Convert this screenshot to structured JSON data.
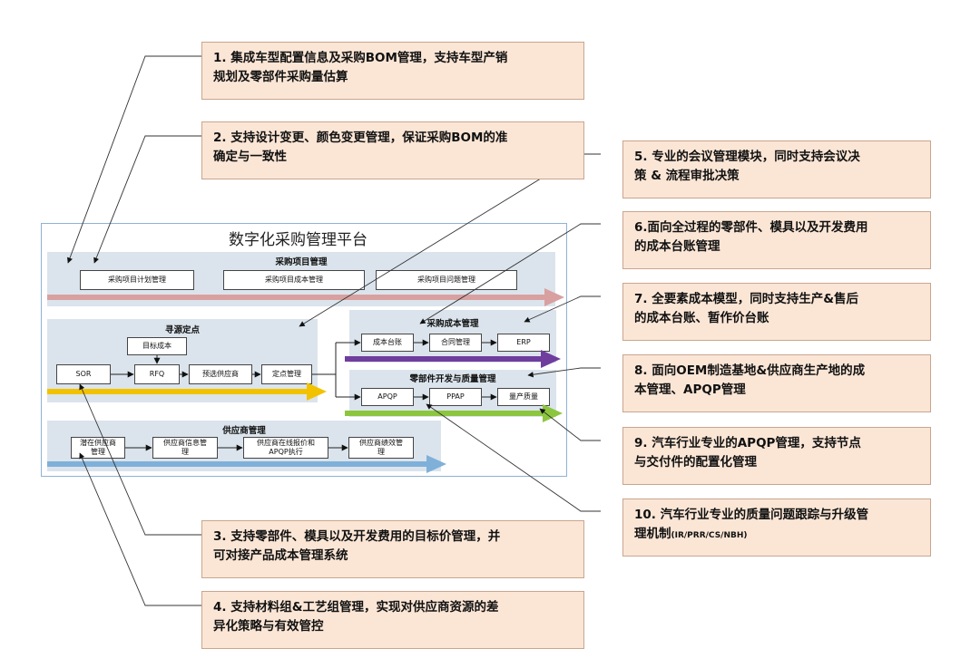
{
  "platform": {
    "title": "数字化采购管理平台",
    "panels": {
      "project": {
        "title": "采购项目管理",
        "boxes": [
          "采购项目计划管理",
          "采购项目成本管理",
          "采购项目问题管理"
        ]
      },
      "sourcing": {
        "title": "寻源定点",
        "target_cost": "目标成本",
        "boxes": [
          "SOR",
          "RFQ",
          "预选供应商",
          "定点管理"
        ]
      },
      "cost": {
        "title": "采购成本管理",
        "boxes": [
          "成本台账",
          "合同管理",
          "ERP"
        ]
      },
      "quality": {
        "title": "零部件开发与质量管理",
        "boxes": [
          "APQP",
          "PPAP",
          "量产质量"
        ]
      },
      "supplier": {
        "title": "供应商管理",
        "boxes": [
          "潜在供应商管理",
          "供应商信息管理",
          "供应商在线报价和APQP执行",
          "供应商绩效管理"
        ]
      }
    },
    "arrow_colors": {
      "project": "#d9a0a0",
      "sourcing": "#f2c200",
      "cost": "#6f3d9e",
      "quality": "#8cc63e",
      "supplier": "#7fb0d9"
    }
  },
  "callouts": [
    {
      "id": "1",
      "lines": [
        "1. 集成车型配置信息及采购BOM管理，支持车型产销",
        "规划及零部件采购量估算"
      ]
    },
    {
      "id": "2",
      "lines": [
        "2. 支持设计变更、颜色变更管理，保证采购BOM的准",
        "确定与一致性"
      ]
    },
    {
      "id": "3",
      "lines": [
        "3. 支持零部件、模具以及开发费用的目标价管理，并",
        "可对接产品成本管理系统"
      ]
    },
    {
      "id": "4",
      "lines": [
        "4. 支持材料组&工艺组管理，实现对供应商资源的差",
        "异化策略与有效管控"
      ]
    },
    {
      "id": "5",
      "lines": [
        "5. 专业的会议管理模块，同时支持会议决",
        "策 & 流程审批决策"
      ]
    },
    {
      "id": "6",
      "lines": [
        "6.面向全过程的零部件、模具以及开发费用",
        "的成本台账管理"
      ]
    },
    {
      "id": "7",
      "lines": [
        "7. 全要素成本模型，同时支持生产&售后",
        "的成本台账、暂作价台账"
      ]
    },
    {
      "id": "8",
      "lines": [
        "8. 面向OEM制造基地&供应商生产地的成",
        "本管理、APQP管理"
      ]
    },
    {
      "id": "9",
      "lines": [
        "9. 汽车行业专业的APQP管理，支持节点",
        "与交付件的配置化管理"
      ]
    },
    {
      "id": "10",
      "lines": [
        "10. 汽车行业专业的质量问题跟踪与升级管",
        "理机制"
      ],
      "suffix": "(IR/PRR/CS/NBH)"
    }
  ]
}
